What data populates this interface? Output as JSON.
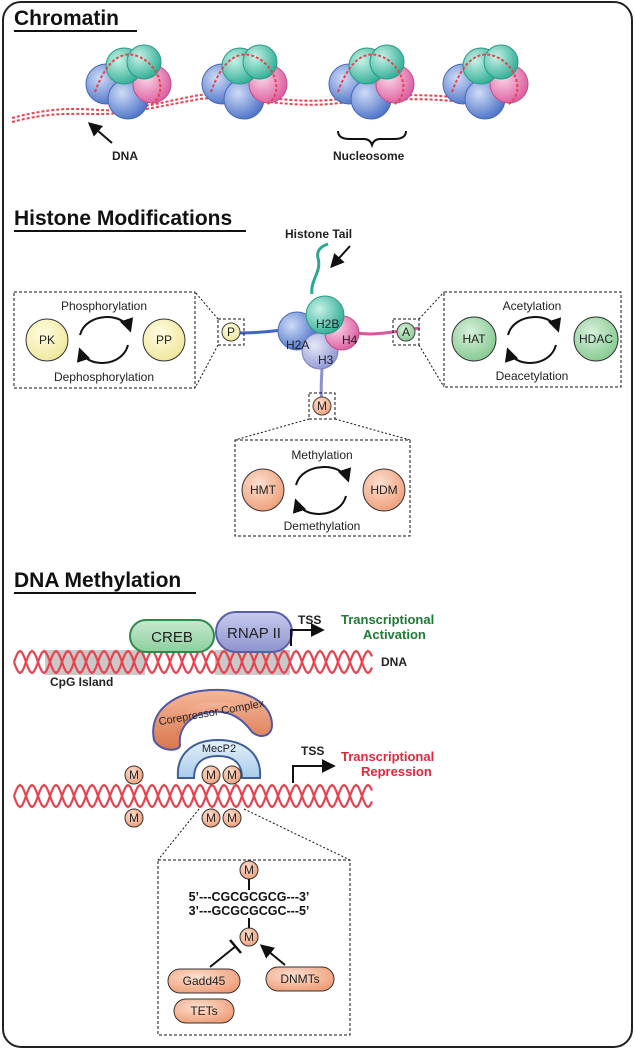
{
  "sections": {
    "chromatin": "Chromatin",
    "histone": "Histone Modifications",
    "dna_methylation": "DNA Methylation"
  },
  "chromatin": {
    "dna_label": "DNA",
    "nucleosome_label": "Nucleosome"
  },
  "histone": {
    "tail_label": "Histone Tail",
    "core": {
      "h2a": "H2A",
      "h2b": "H2B",
      "h3": "H3",
      "h4": "H4"
    },
    "marks": {
      "phos": "P",
      "acet": "A",
      "meth": "M"
    },
    "phosphorylation": {
      "top": "Phosphorylation",
      "bottom": "Dephosphorylation",
      "left": "PK",
      "right": "PP"
    },
    "acetylation": {
      "top": "Acetylation",
      "bottom": "Deacetylation",
      "left": "HAT",
      "right": "HDAC"
    },
    "methylation": {
      "top": "Methylation",
      "bottom": "Demethylation",
      "left": "HMT",
      "right": "HDM"
    }
  },
  "dna_methylation": {
    "creb": "CREB",
    "rnap": "RNAP II",
    "tss_top": "TSS",
    "activation_line1": "Transcriptional",
    "activation_line2": "Activation",
    "dna_label": "DNA",
    "cpg_label": "CpG Island",
    "corepressor": "Corepressor Complex",
    "mecp2": "MecP2",
    "methyl_mark": "M",
    "tss_bottom": "TSS",
    "repression_line1": "Transcriptional",
    "repression_line2": "Repression",
    "seq_top": "5’---CGCGCGCG---3’",
    "seq_bottom": "3’---GCGCGCGC---5’",
    "gadd45": "Gadd45",
    "tets": "TETs",
    "dnmts": "DNMTs"
  },
  "colors": {
    "dna": "#e8434f",
    "teal": "#3fbfa6",
    "blue": "#5f84d4",
    "pink": "#e46aa8",
    "lavender": "#9fa6dd",
    "yellow_fill": "#f7f3b3",
    "green_fill": "#9fd7a5",
    "salmon_fill": "#f5b391",
    "activation_green": "#1e7a34",
    "repression_red": "#e0283a"
  }
}
